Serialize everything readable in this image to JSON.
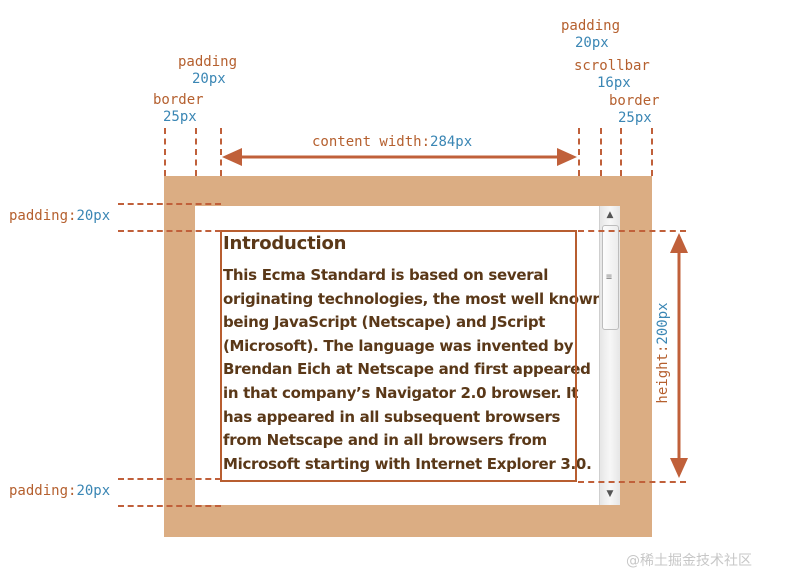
{
  "labels": {
    "padding_right_top": {
      "name": "padding",
      "value": "20px"
    },
    "scrollbar": {
      "name": "scrollbar",
      "value": "16px"
    },
    "border_right": {
      "name": "border",
      "value": "25px"
    },
    "padding_left_top": {
      "name": "padding",
      "value": "20px"
    },
    "border_left": {
      "name": "border",
      "value": "25px"
    },
    "content_width": {
      "name": "content width:",
      "value": "284px"
    },
    "padding_top_side": {
      "name": "padding:",
      "value": "20px"
    },
    "padding_bottom_side": {
      "name": "padding:",
      "value": "20px"
    },
    "height": {
      "name": "height:",
      "value": "200px"
    }
  },
  "content": {
    "heading": "Introduction",
    "body": "This Ecma Standard is based on several originating technologies, the most well known being JavaScript (Netscape) and JScript (Microsoft). The language was invented by Brendan Eich at Netscape and first appeared in that company’s Navigator 2.0 browser. It has appeared in all subsequent browsers from Netscape and in all browsers from Microsoft starting with Internet Explorer 3.0."
  },
  "scrollbar_controls": {
    "up": "▲",
    "down": "▼",
    "grip": "≡"
  },
  "colors": {
    "border_fill": "#dbad83",
    "accent": "#b85e30",
    "value_text": "#3a86b4"
  },
  "watermark": "@稀土掘金技术社区"
}
